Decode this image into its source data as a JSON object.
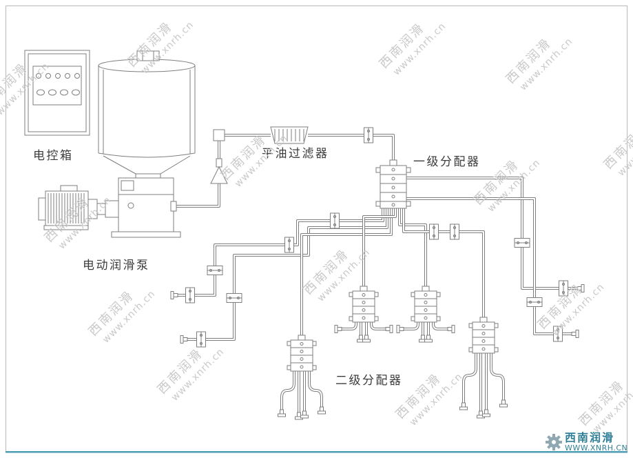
{
  "page": {
    "bg": "#ffffff",
    "frame_color": "#b8b8b8",
    "accent_color": "#4b9cb5",
    "line_color": "#7d7d7d",
    "label_color": "#3c3c3c"
  },
  "labels": {
    "control_box": "电控箱",
    "pump": "电动润滑泵",
    "filter": "平油过滤器",
    "primary_distributor": "一级分配器",
    "secondary_distributor": "二级分配器"
  },
  "watermark": {
    "line1": "西南润滑",
    "line2": "www.xnrh.cn",
    "color": "#c9c9c9"
  },
  "logo": {
    "company": "西南润滑",
    "website": "WWW.XNRH.CN",
    "color": "#2e7f96",
    "gear_color": "#8fa8b2"
  }
}
